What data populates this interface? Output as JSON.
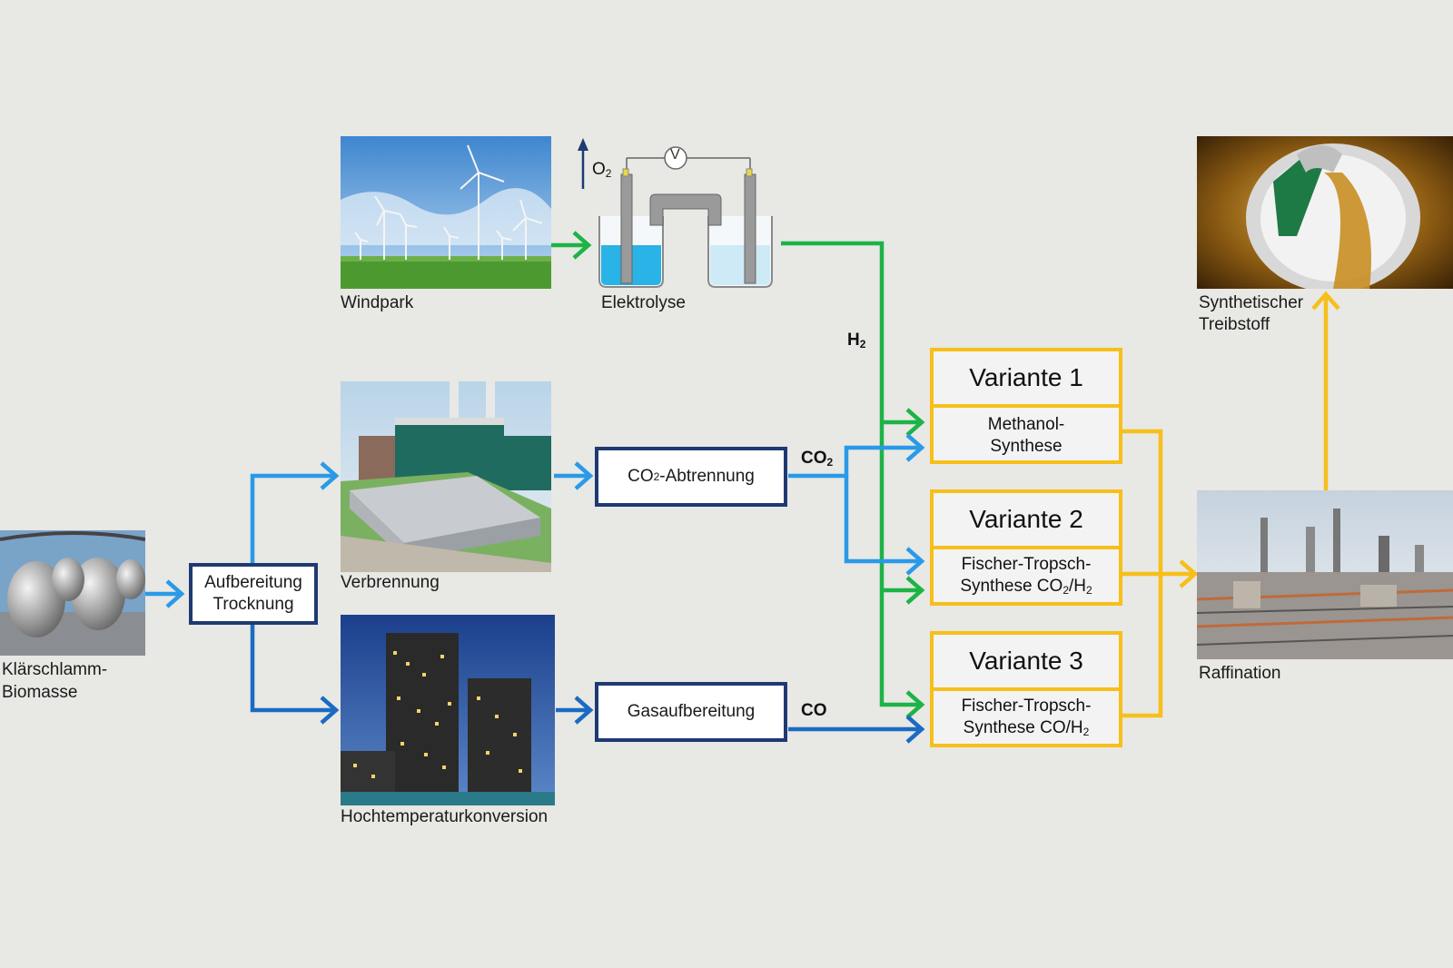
{
  "photos": {
    "windpark": "Windpark",
    "elektrolyse": "Elektrolyse",
    "verbrennung": "Verbrennung",
    "hochtemperatur": "Hochtemperaturkonversion",
    "klaerschlamm_line1": "Klärschlamm-",
    "klaerschlamm_line2": "Biomasse",
    "treibstoff_line1": "Synthetischer",
    "treibstoff_line2": "Treibstoff",
    "raffination": "Raffination"
  },
  "process_boxes": {
    "aufbereitung_line1": "Aufbereitung",
    "aufbereitung_line2": "Trocknung",
    "co2_abtrennung_prefix": "CO",
    "co2_abtrennung_sub": "2",
    "co2_abtrennung_suffix": "-Abtrennung",
    "gasaufbereitung": "Gasaufbereitung"
  },
  "flow_labels": {
    "h2_main": "H",
    "h2_sub": "2",
    "co2_main": "CO",
    "co2_sub": "2",
    "co": "CO",
    "o2_main": "O",
    "o2_sub": "2",
    "voltmeter": "V"
  },
  "variants": [
    {
      "title": "Variante 1",
      "line1": "Methanol-",
      "line2": "Synthese",
      "line2_sub": "",
      "line2_tail": ""
    },
    {
      "title": "Variante 2",
      "line1": "Fischer-Tropsch-",
      "line2": "Synthese CO",
      "line2_sub": "2",
      "line2_tail": "/H2"
    },
    {
      "title": "Variante 3",
      "line1": "Fischer-Tropsch-",
      "line2": "Synthese CO/H",
      "line2_sub": "2",
      "line2_tail": ""
    }
  ],
  "colors": {
    "green": "#1db346",
    "light_blue": "#2a9ae8",
    "dark_blue": "#1a6bc2",
    "yellow": "#f6bf1a",
    "navy": "#1f3a72",
    "background": "#e8e8e4"
  }
}
